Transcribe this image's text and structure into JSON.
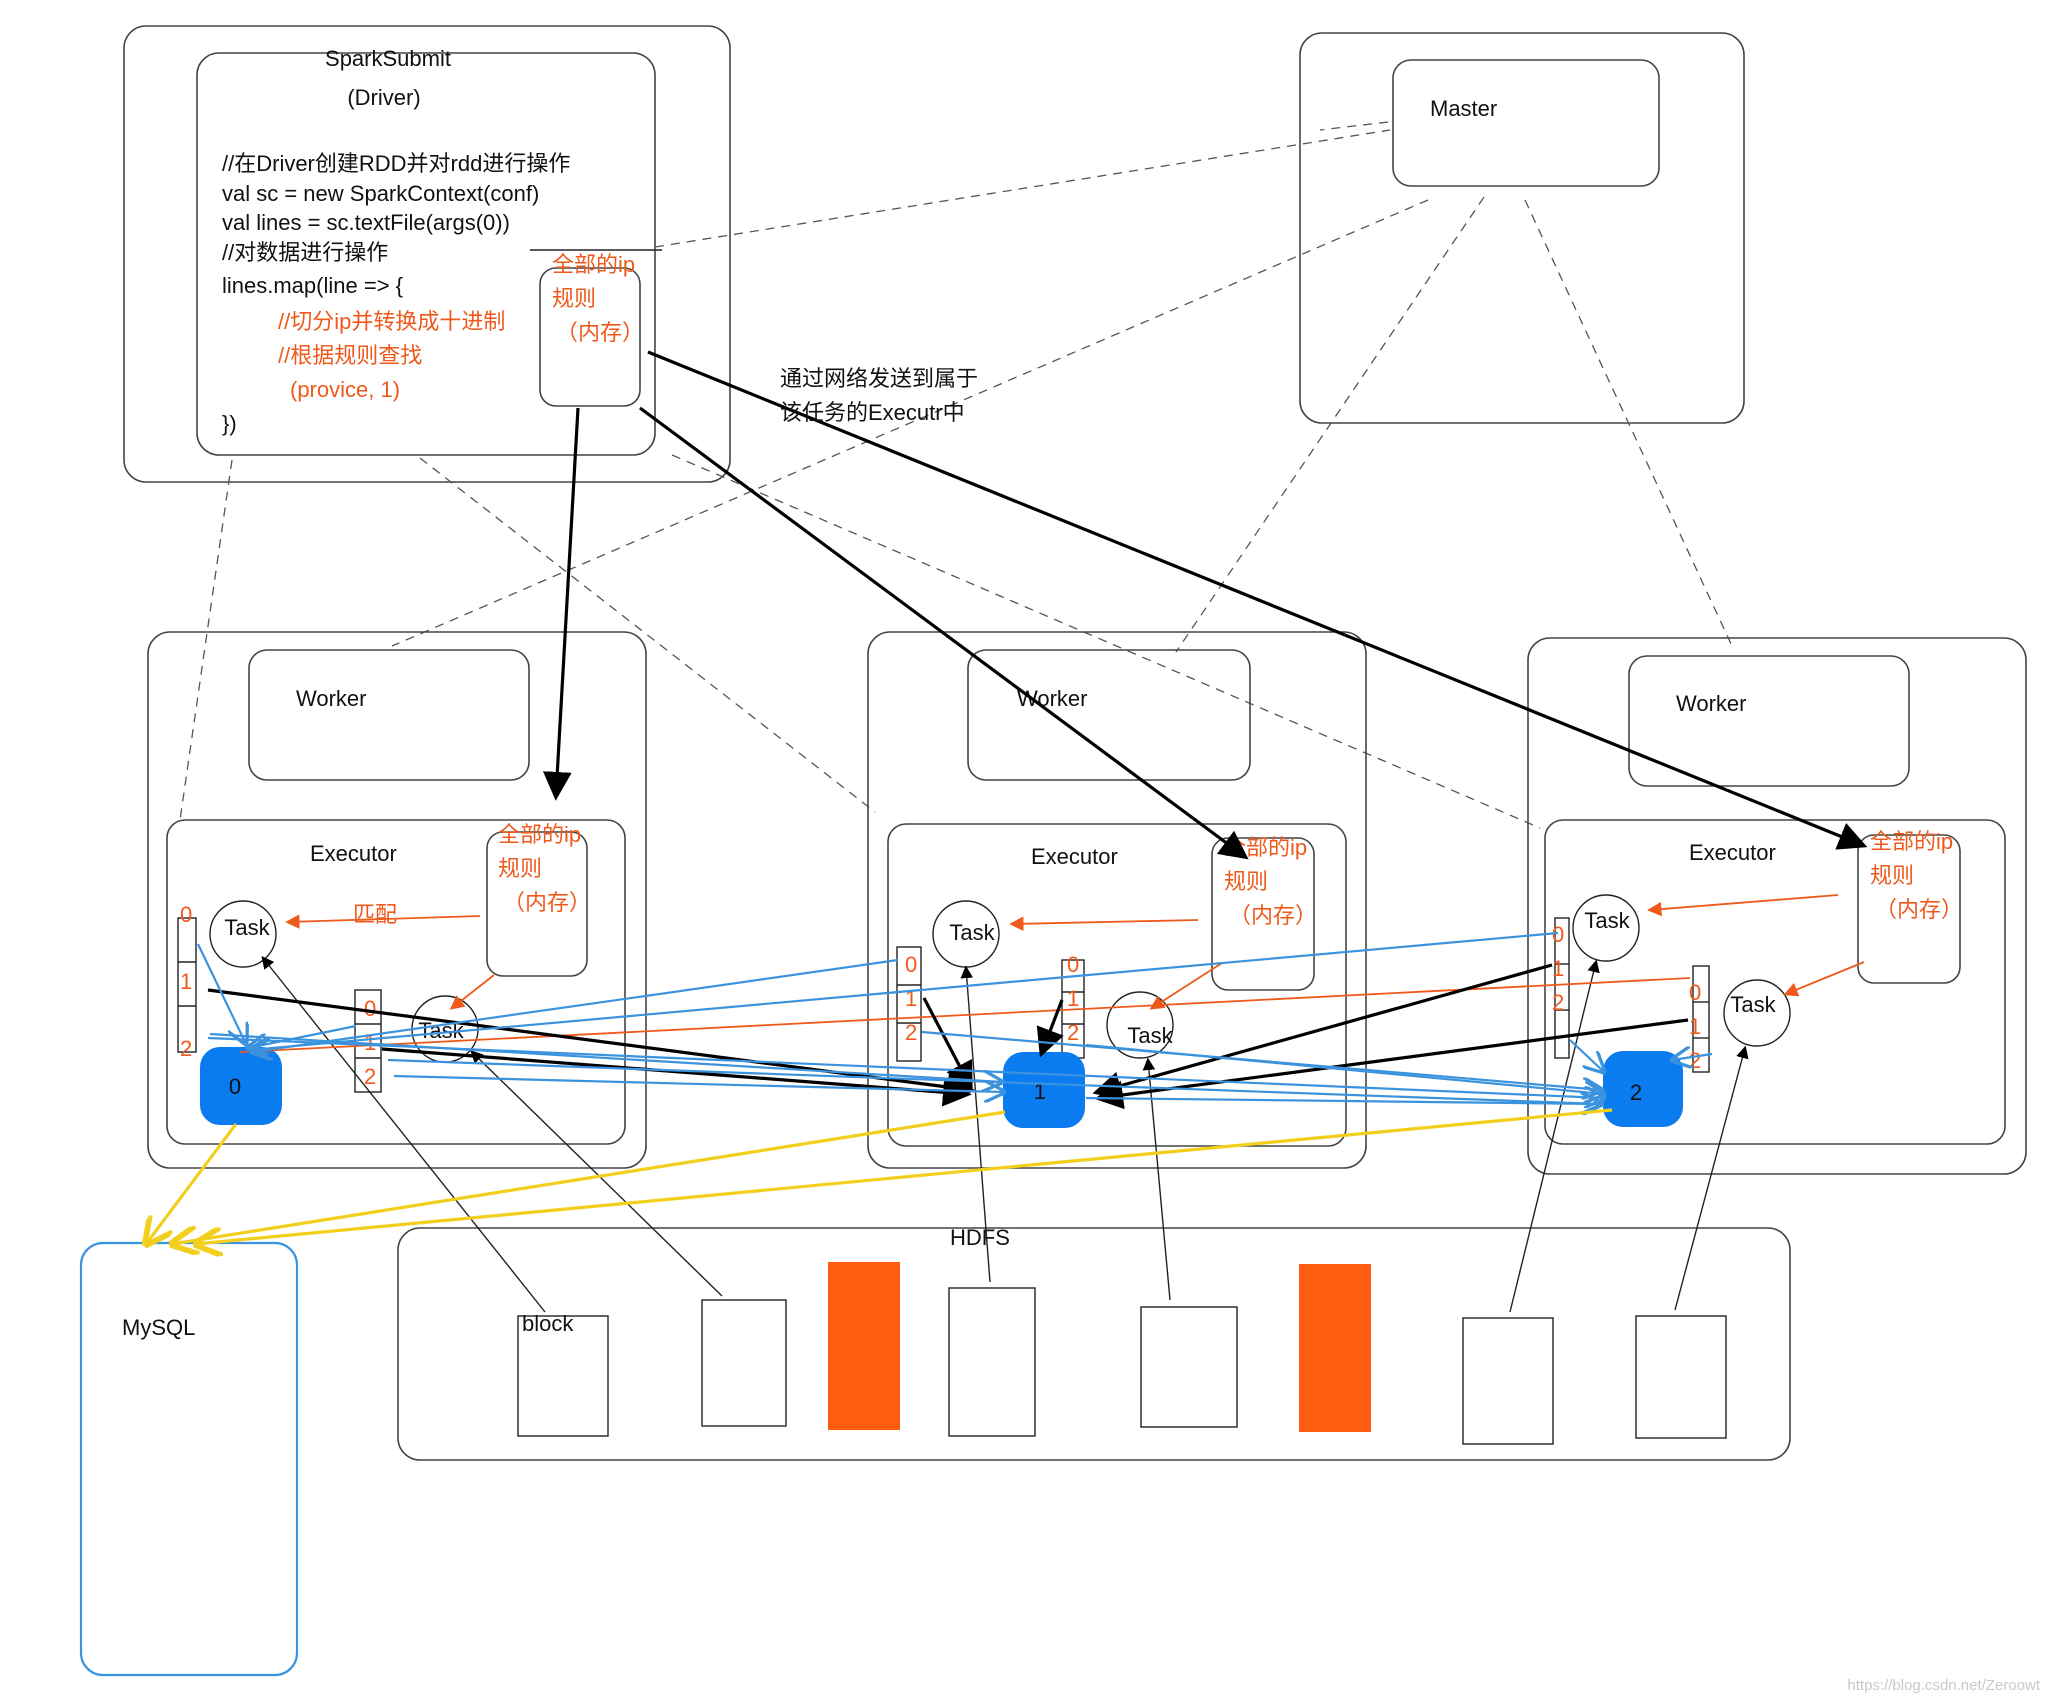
{
  "driver": {
    "title": "SparkSubmit",
    "subtitle": "(Driver)",
    "code_lines": [
      "//在Driver创建RDD并对rdd进行操作",
      "val sc = new SparkContext(conf)",
      "val lines = sc.textFile(args(0))",
      "//对数据进行操作",
      "lines.map(line => {"
    ],
    "code_orange": [
      "//切分ip并转换成十进制",
      "//根据规则查找",
      "(provice, 1)"
    ],
    "code_end": "})",
    "rules_lines": [
      "全部的ip",
      "规则",
      "（内存）"
    ]
  },
  "master": {
    "label": "Master"
  },
  "network_note": [
    "通过网络发送到属于",
    "该任务的Executr中"
  ],
  "workers": [
    {
      "worker_label": "Worker",
      "executor_label": "Executor",
      "rules_lines": [
        "全部的ip",
        "规则",
        "（内存）"
      ],
      "match_label": "匹配",
      "tasks": [
        "Task",
        "Task"
      ],
      "partitions_a": [
        "0",
        "1",
        "2"
      ],
      "partitions_b": [
        "0",
        "1",
        "2"
      ],
      "result_label": "0"
    },
    {
      "worker_label": "Worker",
      "executor_label": "Executor",
      "rules_lines": [
        "全部的ip",
        "规则",
        "（内存）"
      ],
      "tasks": [
        "Task",
        "Task"
      ],
      "partitions_a": [
        "0",
        "1",
        "2"
      ],
      "partitions_b": [
        "0",
        "1",
        "2"
      ],
      "result_label": "1"
    },
    {
      "worker_label": "Worker",
      "executor_label": "Executor",
      "rules_lines": [
        "全部的ip",
        "规则",
        "（内存）"
      ],
      "tasks": [
        "Task",
        "Task"
      ],
      "partitions_a": [
        "0",
        "1",
        "2"
      ],
      "partitions_b": [
        "0",
        "1",
        "2"
      ],
      "result_label": "2"
    }
  ],
  "hdfs": {
    "label": "HDFS",
    "block_label": "block"
  },
  "mysql": {
    "label": "MySQL"
  },
  "watermark": "https://blog.csdn.net/Zeroowt",
  "colors": {
    "orange": "#ef5a1c",
    "blue": "#0a7cf0",
    "line_blue": "#3b93dd",
    "yellow": "#f2cf1c"
  }
}
